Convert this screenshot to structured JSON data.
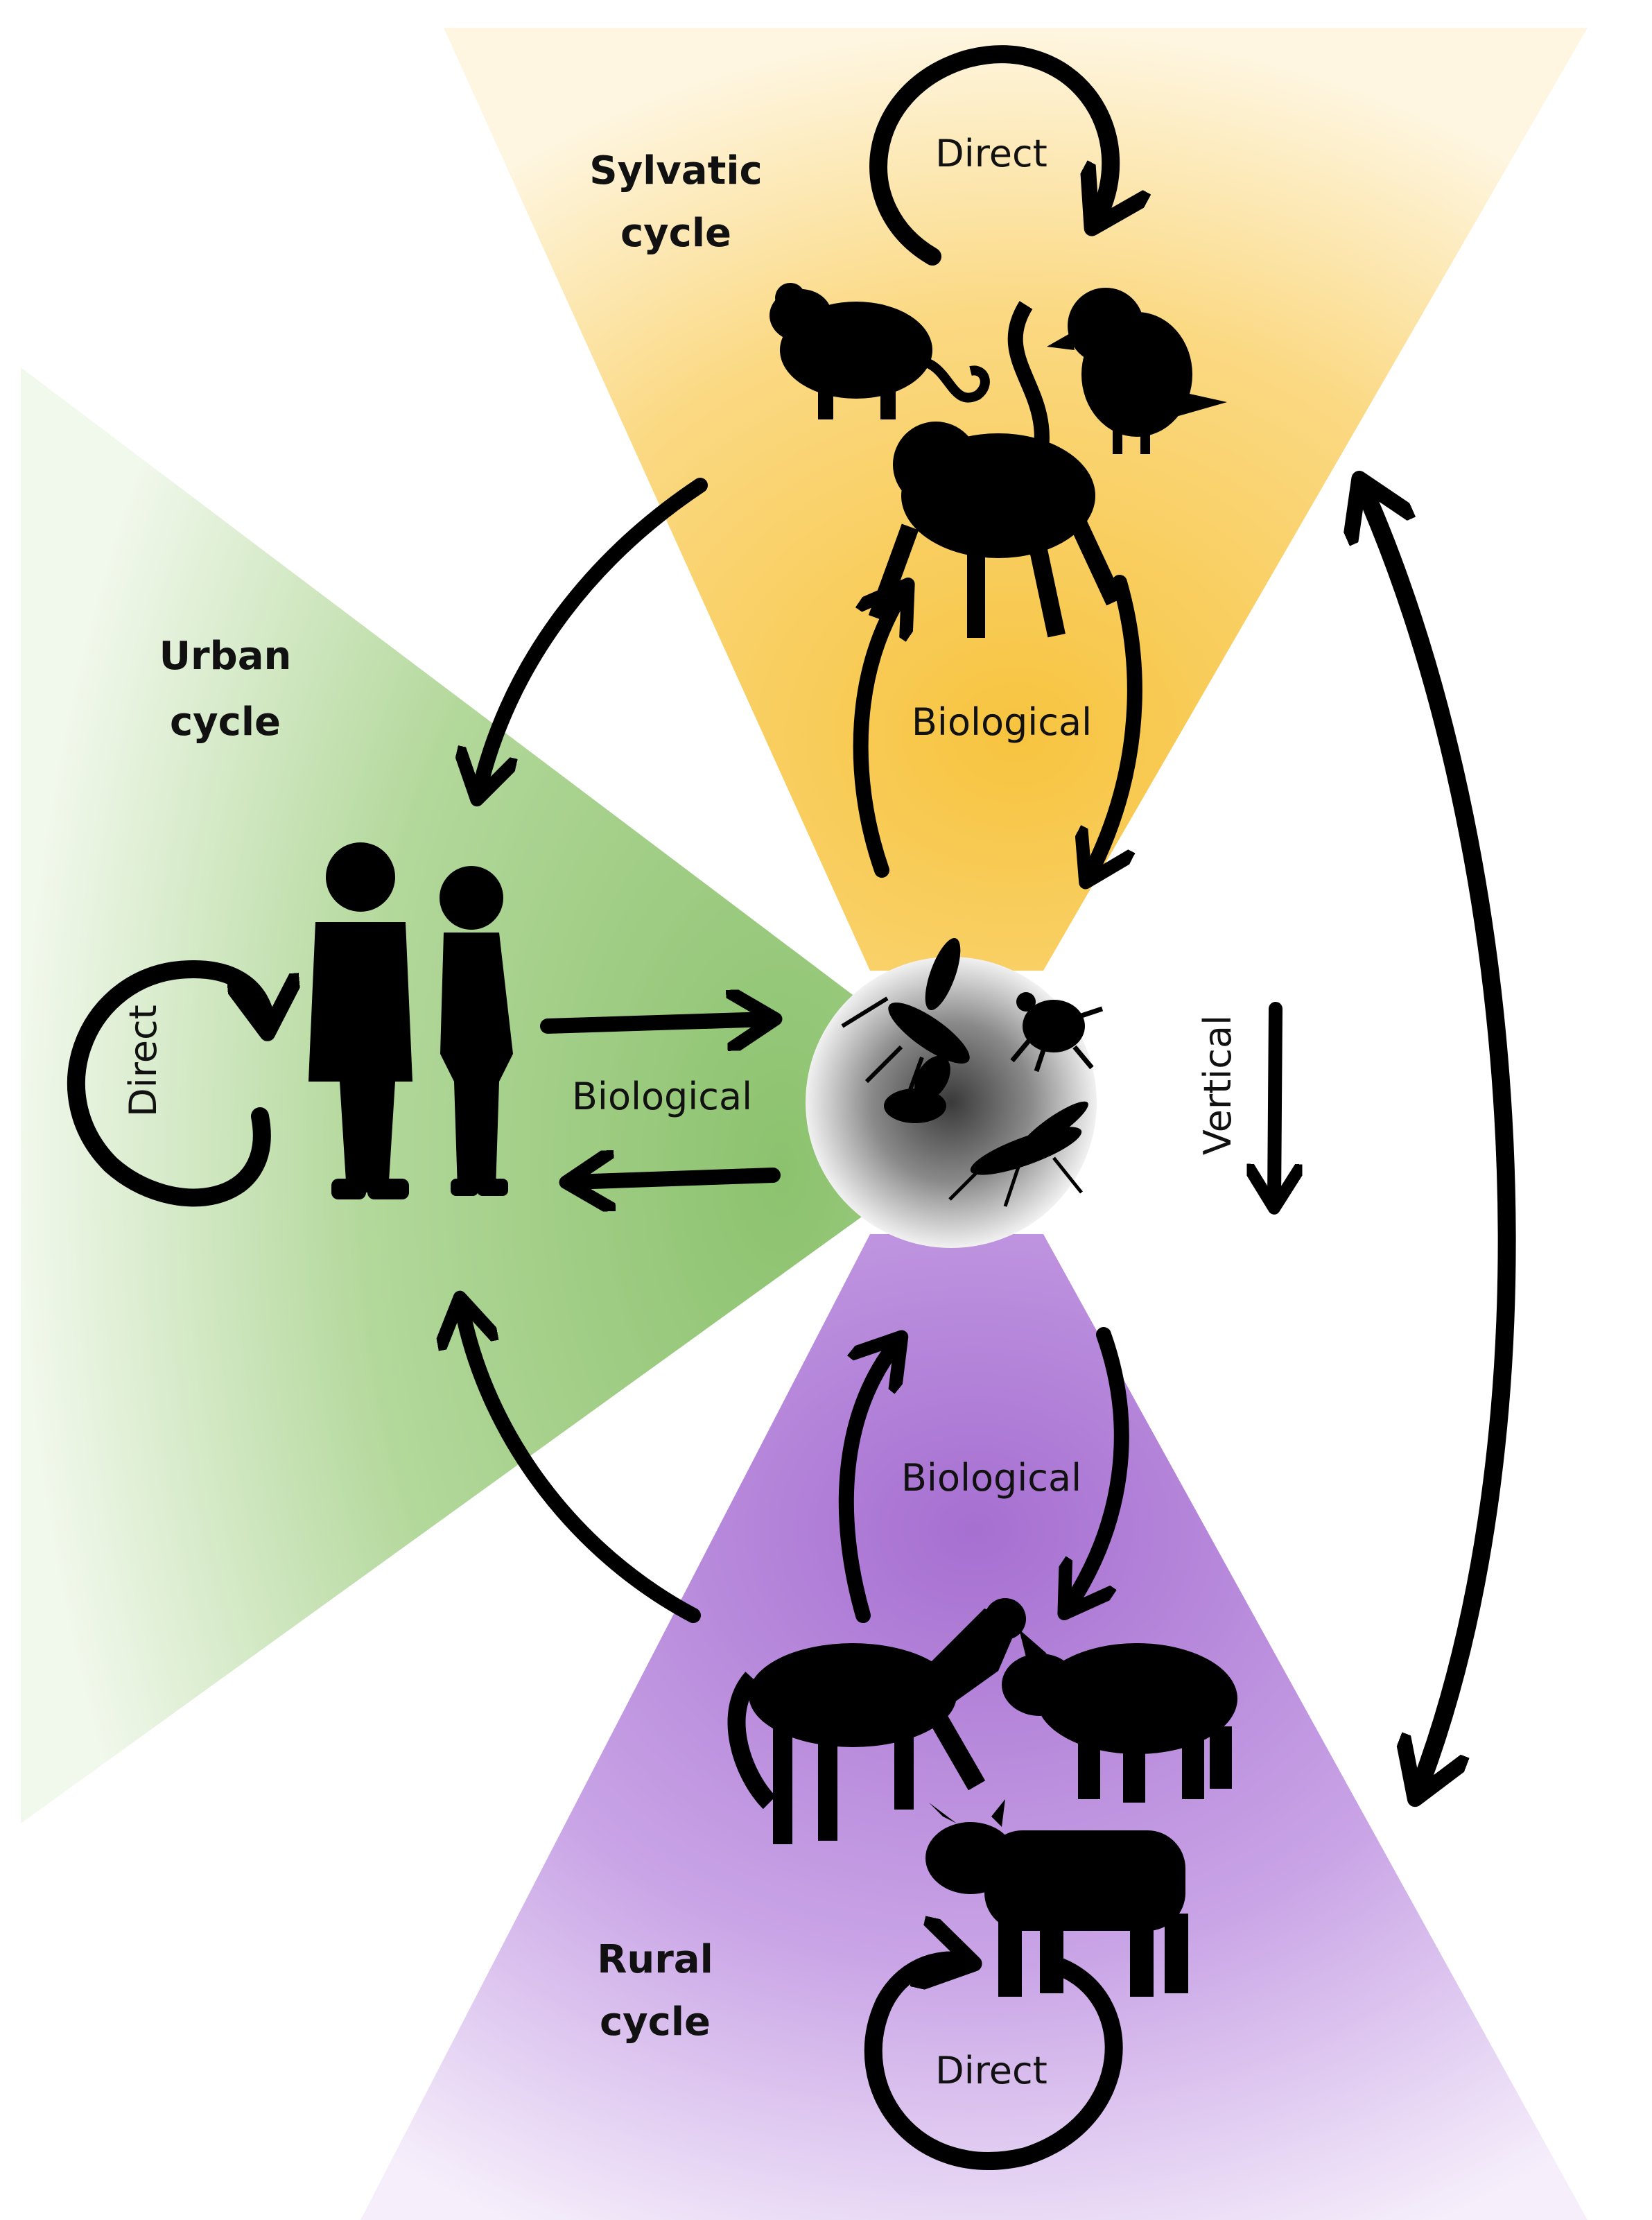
{
  "cycles": {
    "sylvatic": {
      "line1": "Sylvatic",
      "line2": "cycle",
      "color": "#f7c43f"
    },
    "urban": {
      "line1": "Urban",
      "line2": "cycle",
      "color": "#8cc26e"
    },
    "rural": {
      "line1": "Rural",
      "line2": "cycle",
      "color": "#a66fd1"
    }
  },
  "labels": {
    "direct_top": "Direct",
    "direct_left": "Direct",
    "direct_bottom": "Direct",
    "biological_top": "Biological",
    "biological_left": "Biological",
    "biological_bottom": "Biological",
    "vertical": "Vertical"
  },
  "icons": {
    "sylvatic_hosts": [
      "rat-icon",
      "monkey-icon",
      "bird-icon"
    ],
    "urban_hosts": [
      "man-icon",
      "woman-icon"
    ],
    "vectors": [
      "mosquito-icon",
      "tick-icon",
      "fly-icon",
      "sandfly-icon"
    ],
    "rural_hosts": [
      "horse-icon",
      "pig-icon",
      "cow-icon"
    ]
  }
}
